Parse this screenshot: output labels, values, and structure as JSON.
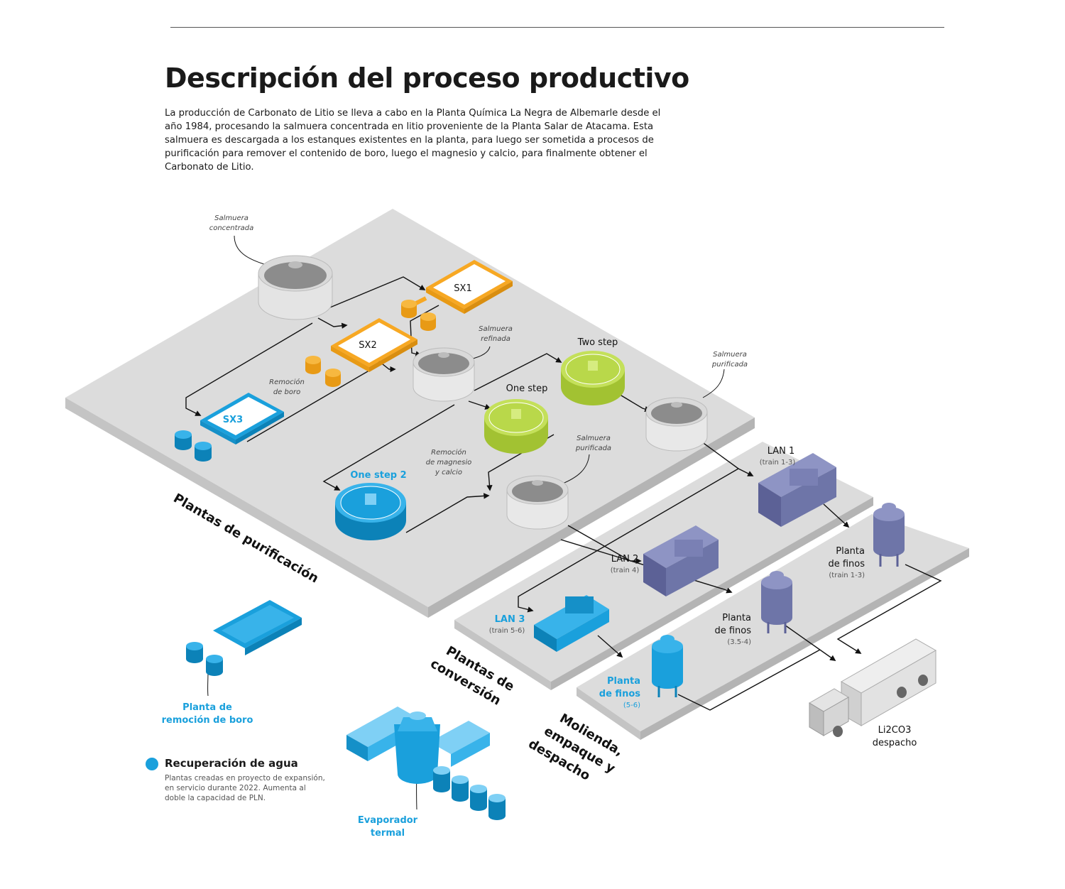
{
  "header": {
    "title": "Descripción del proceso productivo",
    "intro": "La producción de Carbonato de Litio se lleva a cabo en la Planta Química La Negra de Albemarle desde el año 1984, procesando la salmuera concentrada en litio proveniente de la Planta Salar de Atacama. Esta salmuera es descargada a los estanques existentes en la planta, para luego ser sometida a procesos de purificación para remover el contenido de boro, luego el magnesio y calcio, para finalmente obtener el Carbonato de Litio."
  },
  "notes": {
    "salmuera_concentrada_1": "Salmuera",
    "salmuera_concentrada_2": "concentrada",
    "salmuera_refinada_1": "Salmuera",
    "salmuera_refinada_2": "refinada",
    "salmuera_purificada_a_1": "Salmuera",
    "salmuera_purificada_a_2": "purificada",
    "salmuera_purificada_b_1": "Salmuera",
    "salmuera_purificada_b_2": "purificada",
    "remocion_boro_1": "Remoción",
    "remocion_boro_2": "de boro",
    "remocion_mg_1": "Remoción",
    "remocion_mg_2": "de magnesio",
    "remocion_mg_3": "y calcio"
  },
  "units": {
    "sx1": "SX1",
    "sx2": "SX2",
    "sx3": "SX3",
    "one_step": "One step",
    "two_step": "Two step",
    "one_step_2": "One step 2",
    "lan1": "LAN 1",
    "lan1_sub": "(train 1-3)",
    "lan2": "LAN 2",
    "lan2_sub": "(train 4)",
    "lan3": "LAN 3",
    "lan3_sub": "(train 5-6)",
    "finos1_a": "Planta",
    "finos1_b": "de finos",
    "finos1_sub": "(train 1-3)",
    "finos2_a": "Planta",
    "finos2_b": "de finos",
    "finos2_sub": "(3.5-4)",
    "finos3_a": "Planta",
    "finos3_b": "de finos",
    "finos3_sub": "(5-6)",
    "truck_a": "Li2CO3",
    "truck_b": "despacho"
  },
  "sections": {
    "purificacion": "Plantas de purificación",
    "conversion_a": "Plantas de",
    "conversion_b": "conversión",
    "molienda_a": "Molienda,",
    "molienda_b": "empaque y",
    "molienda_c": "despacho"
  },
  "extras": {
    "boro_a": "Planta de",
    "boro_b": "remoción de boro",
    "evap_a": "Evaporador",
    "evap_b": "termal"
  },
  "legend": {
    "title": "Recuperación de agua",
    "text": "Plantas creadas en proyecto de expansión, en servicio durante 2022. Aumenta al doble la capacidad de PLN."
  },
  "colors": {
    "platform": "#dcdcdc",
    "orange": "#f7a823",
    "green": "#b9d84a",
    "blue": "#1aa0dc",
    "lan_purple": "#6e75a8",
    "tank_grey": "#e9e9e9"
  }
}
